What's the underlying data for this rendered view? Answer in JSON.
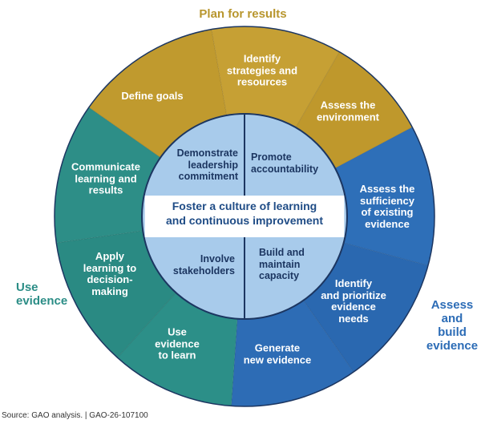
{
  "phases": {
    "plan": "Plan for results",
    "assess": "Assess and\nbuild\nevidence",
    "use": "Use\nevidence"
  },
  "steps": {
    "define_goals": "Define goals",
    "identify_strategies": "Identify\nstrategies and\nresources",
    "assess_environment": "Assess the\nenvironment",
    "assess_sufficiency": "Assess the\nsufficiency\nof existing\nevidence",
    "identify_prioritize": "Identify\nand prioritize\nevidence\nneeds",
    "generate": "Generate\nnew evidence",
    "use_to_learn": "Use\nevidence\nto learn",
    "apply_learning": "Apply\nlearning to\ndecision-\nmaking",
    "communicate": "Communicate\nlearning and\nresults"
  },
  "inner": {
    "leadership": "Demonstrate\nleadership\ncommitment",
    "accountability": "Promote\naccountability",
    "stakeholders": "Involve\nstakeholders",
    "capacity": "Build and\nmaintain\ncapacity",
    "center": "Foster a culture of learning\nand continuous improvement"
  },
  "source": "Source: GAO analysis.  |  GAO-26-107100",
  "colors": {
    "gold": "#c19b2f",
    "blue": "#2c6cb6",
    "teal": "#2b8d86",
    "inner": "#a8cbeb",
    "navy": "#1c3661"
  }
}
